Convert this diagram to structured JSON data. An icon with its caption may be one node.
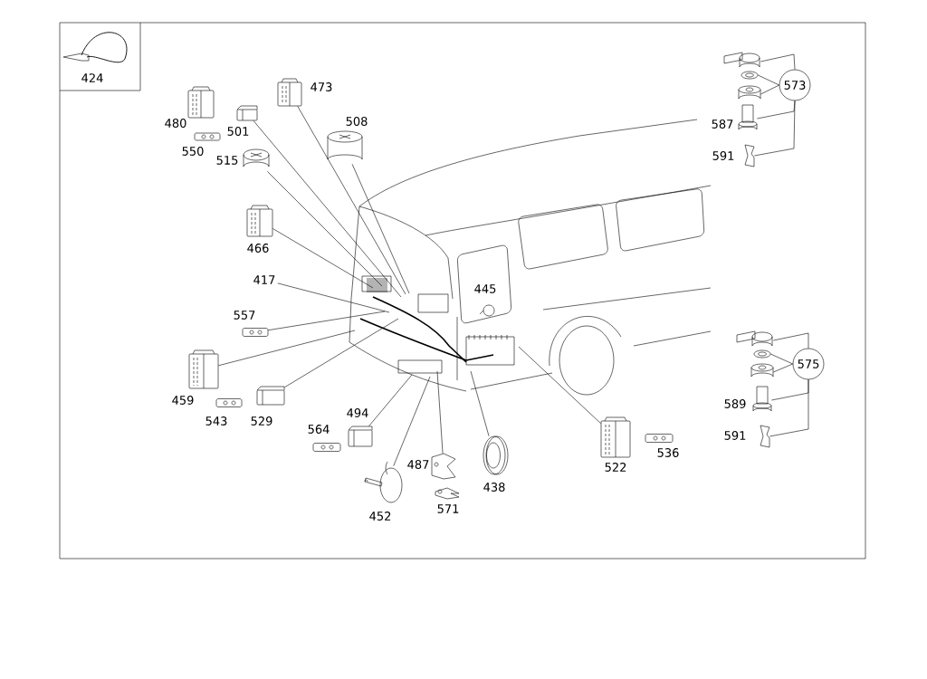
{
  "diagram": {
    "nodes": [
      {
        "text": [],
        "shape": "picture",
        "beside": [
          "424"
        ]
      },
      {
        "text": [],
        "shape": "picture"
      },
      {
        "text": [],
        "shape": "picture"
      },
      {
        "text": [
          "573"
        ]
      },
      {
        "text": [],
        "shape": "picture"
      },
      {
        "text": [],
        "shape": "picture",
        "beside": [
          "480"
        ]
      },
      {
        "text": [],
        "shape": "picture",
        "beside": [
          "473"
        ]
      },
      {
        "text": [],
        "shape": "picture",
        "beside": [
          "501"
        ]
      },
      {
        "text": [],
        "shape": "picture",
        "beside": [
          "508"
        ]
      },
      {
        "text": [],
        "shape": "picture",
        "beside": [
          "550"
        ]
      },
      {
        "text": [],
        "shape": "picture",
        "beside": [
          "515"
        ]
      },
      {
        "text": [],
        "shape": "picture",
        "beside": [
          "587"
        ]
      },
      {
        "text": [],
        "shape": "picture",
        "beside": [
          "591"
        ]
      },
      {
        "text": [],
        "shape": "picture",
        "beside": [
          "466"
        ]
      },
      {
        "text": [
          "417"
        ]
      },
      {
        "text": [],
        "shape": "picture",
        "beside": [
          "445"
        ]
      },
      {
        "text": [],
        "shape": "picture",
        "beside": [
          "557"
        ]
      },
      {
        "text": [],
        "shape": "picture",
        "beside": [
          "459"
        ]
      },
      {
        "text": [],
        "shape": "picture"
      },
      {
        "text": [],
        "shape": "picture"
      },
      {
        "text": [
          "575"
        ]
      },
      {
        "text": [],
        "shape": "picture"
      },
      {
        "text": [],
        "shape": "picture",
        "beside": [
          "589"
        ]
      },
      {
        "text": [],
        "shape": "picture",
        "beside": [
          "543"
        ]
      },
      {
        "text": [],
        "shape": "picture",
        "beside": [
          "529"
        ]
      },
      {
        "text": [],
        "shape": "picture",
        "beside": [
          "591"
        ]
      },
      {
        "text": [],
        "shape": "picture",
        "beside": [
          "564"
        ]
      },
      {
        "text": [],
        "shape": "picture",
        "beside": [
          "494"
        ]
      },
      {
        "text": [],
        "shape": "picture",
        "beside": [
          "536"
        ]
      },
      {
        "text": [],
        "shape": "picture",
        "beside": [
          "522"
        ]
      },
      {
        "text": [],
        "shape": "picture",
        "beside": [
          "487"
        ]
      },
      {
        "text": [],
        "shape": "picture",
        "beside": [
          "438"
        ]
      },
      {
        "text": [],
        "shape": "picture",
        "beside": [
          "452"
        ]
      },
      {
        "text": [],
        "shape": "picture",
        "beside": [
          "571"
        ]
      }
    ],
    "edges": [
      {
        "from": 3,
        "to": 1,
        "arrow": "none"
      },
      {
        "from": 3,
        "to": 2,
        "arrow": "none"
      },
      {
        "from": 3,
        "to": 4,
        "arrow": "none"
      },
      {
        "from": 3,
        "to": 11,
        "arrow": "none"
      },
      {
        "from": 3,
        "to": 12,
        "arrow": "none"
      },
      {
        "from": 6,
        "to": null,
        "arrow": "none"
      },
      {
        "from": 7,
        "to": null,
        "arrow": "none"
      },
      {
        "from": 8,
        "to": null,
        "arrow": "none"
      },
      {
        "from": 10,
        "to": null,
        "arrow": "none"
      },
      {
        "from": 13,
        "to": null,
        "arrow": "none"
      },
      {
        "from": 14,
        "to": null,
        "arrow": "none"
      },
      {
        "from": 16,
        "to": null,
        "arrow": "none"
      },
      {
        "from": 17,
        "to": null,
        "arrow": "none"
      },
      {
        "from": 24,
        "to": null,
        "arrow": "none"
      },
      {
        "from": 27,
        "to": null,
        "arrow": "none"
      },
      {
        "from": 32,
        "to": null,
        "arrow": "none"
      },
      {
        "from": 30,
        "to": null,
        "arrow": "none"
      },
      {
        "from": 31,
        "to": null,
        "arrow": "none"
      },
      {
        "from": 29,
        "to": null,
        "arrow": "none"
      },
      {
        "from": 20,
        "to": 18,
        "arrow": "none"
      },
      {
        "from": 20,
        "to": 19,
        "arrow": "none"
      },
      {
        "from": 20,
        "to": 21,
        "arrow": "none"
      },
      {
        "from": 20,
        "to": 22,
        "arrow": "none"
      },
      {
        "from": 20,
        "to": 25,
        "arrow": "none"
      }
    ]
  }
}
